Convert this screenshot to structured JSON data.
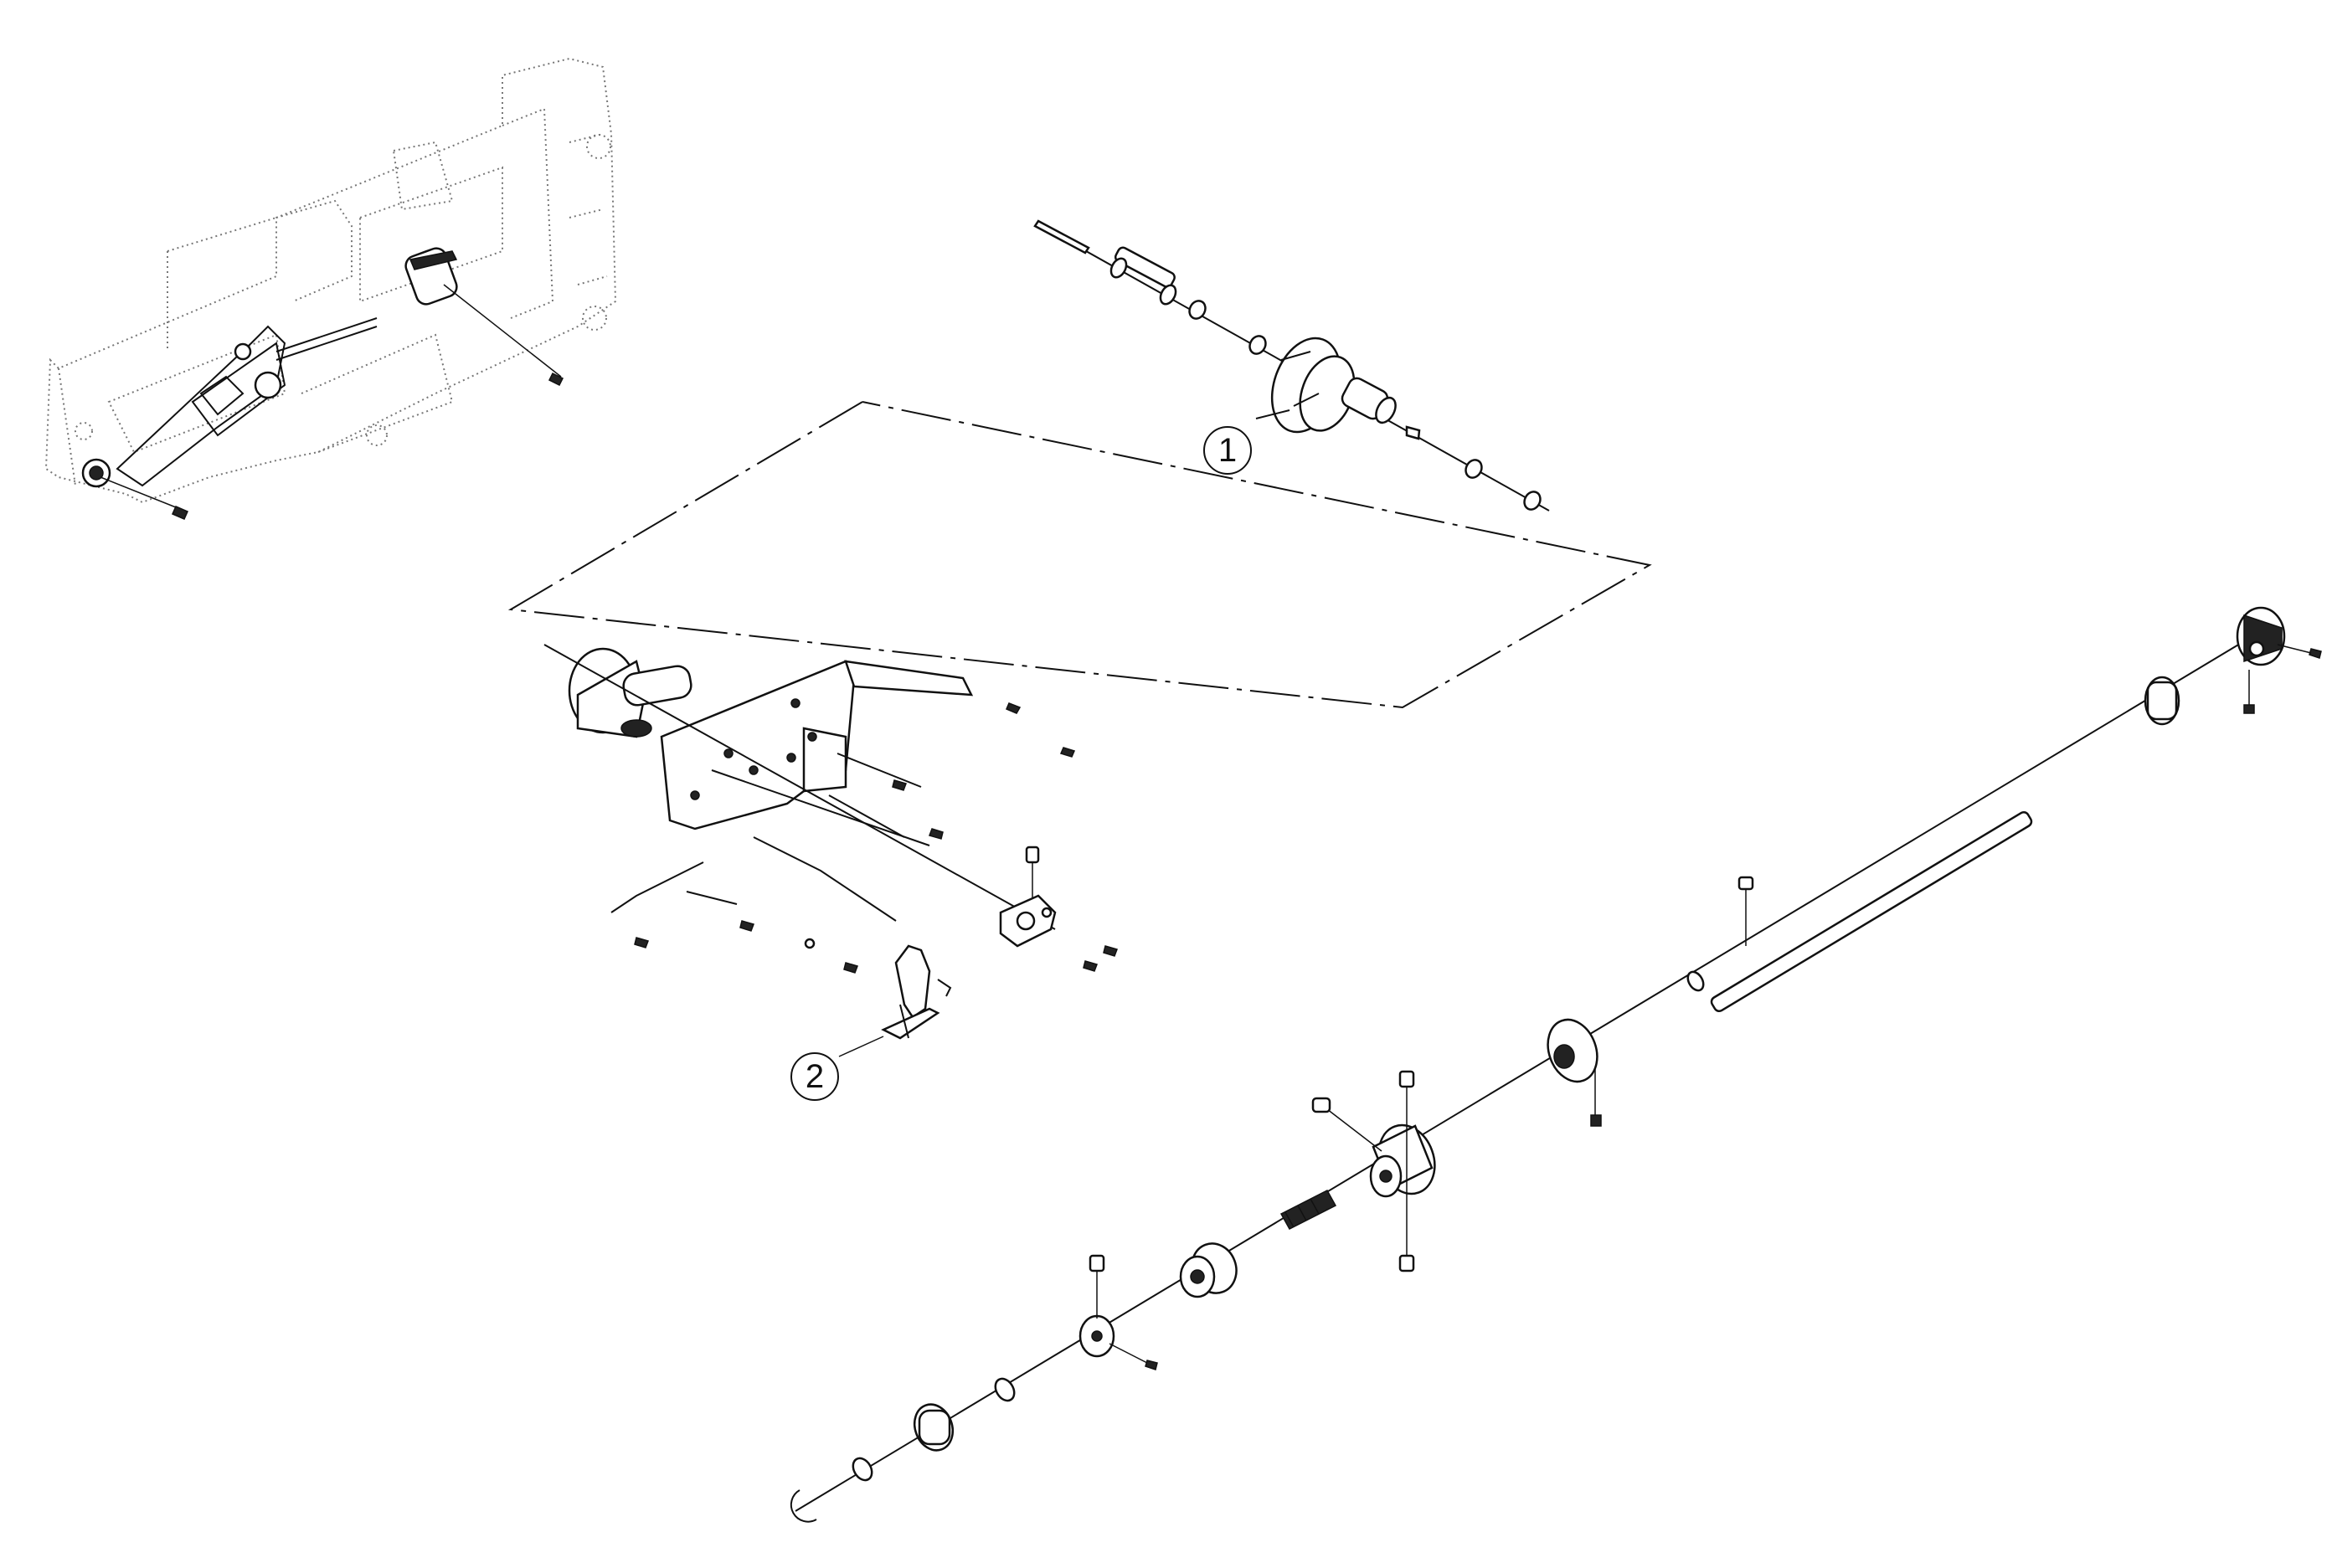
{
  "diagram": {
    "callouts": [
      {
        "id": "1",
        "label": "1"
      },
      {
        "id": "2",
        "label": "2"
      }
    ],
    "colors": {
      "line": "#111111",
      "background": "#ffffff",
      "ghost": "#777777"
    }
  }
}
